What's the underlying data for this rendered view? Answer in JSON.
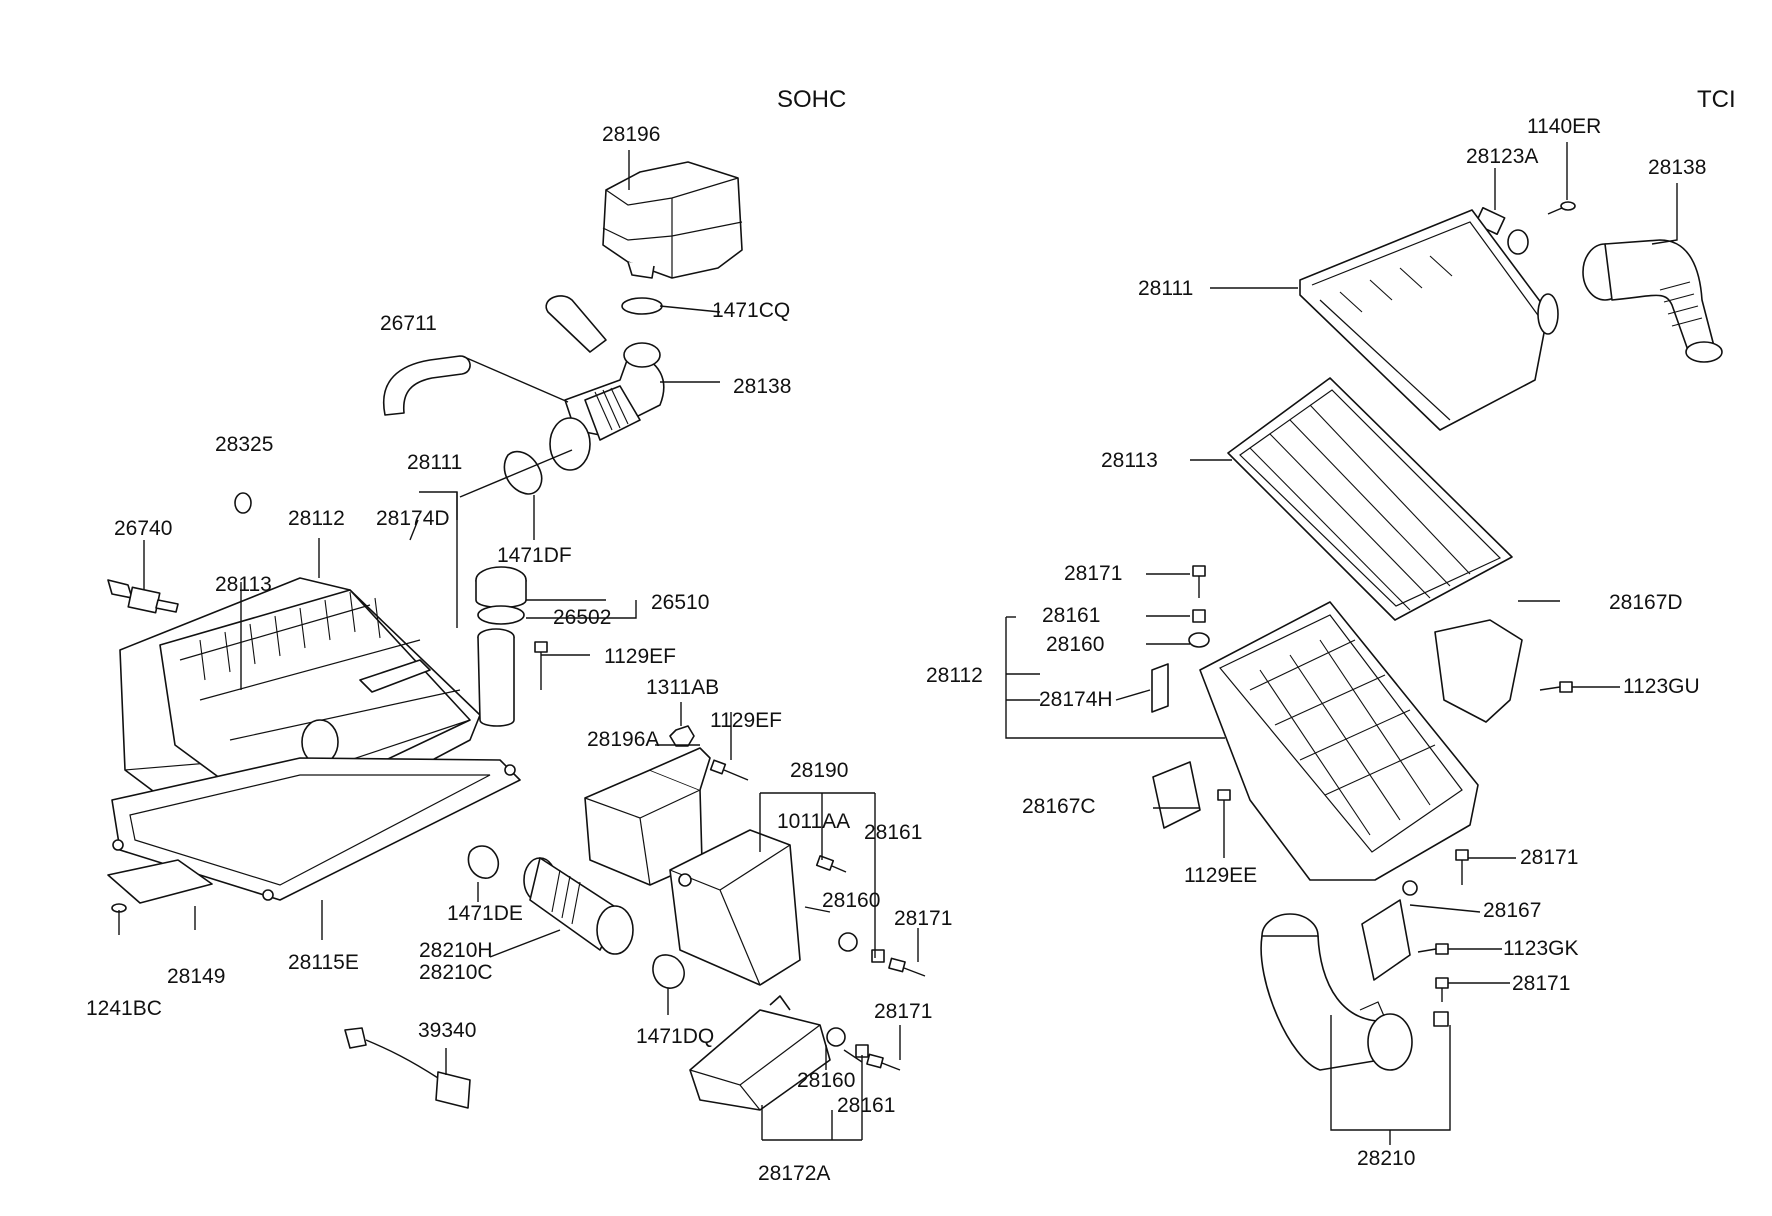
{
  "sections": {
    "left_title": "SOHC",
    "right_title": "TCI"
  },
  "labels_left": {
    "p28196": "28196",
    "p1471CQ": "1471CQ",
    "p26711": "26711",
    "p28138": "28138",
    "p28325": "28325",
    "p28111": "28111",
    "p28174D": "28174D",
    "p1471DF": "1471DF",
    "p26740": "26740",
    "p28112": "28112",
    "p28113": "28113",
    "p26510": "26510",
    "p26502": "26502",
    "p1129EF_a": "1129EF",
    "p1311AB": "1311AB",
    "p1129EF_b": "1129EF",
    "p28196A": "28196A",
    "p28190": "28190",
    "p1011AA": "1011AA",
    "p28161_a": "28161",
    "p28160_a": "28160",
    "p28171_a": "28171",
    "p1471DE": "1471DE",
    "p28210H": "28210H",
    "p28210C": "28210C",
    "p28149": "28149",
    "p28115E": "28115E",
    "p1241BC": "1241BC",
    "p39340": "39340",
    "p1471DQ": "1471DQ",
    "p28171_b": "28171",
    "p28160_b": "28160",
    "p28161_b": "28161",
    "p28172A": "28172A"
  },
  "labels_right": {
    "p1140ER": "1140ER",
    "p28123A": "28123A",
    "p28138": "28138",
    "p28111": "28111",
    "p28113": "28113",
    "p28171_a": "28171",
    "p28161": "28161",
    "p28160": "28160",
    "p28112": "28112",
    "p28174H": "28174H",
    "p28167D": "28167D",
    "p1123GU": "1123GU",
    "p28167C": "28167C",
    "p1129EE": "1129EE",
    "p28171_b": "28171",
    "p28167": "28167",
    "p1123GK": "1123GK",
    "p28171_c": "28171",
    "p28210": "28210"
  }
}
